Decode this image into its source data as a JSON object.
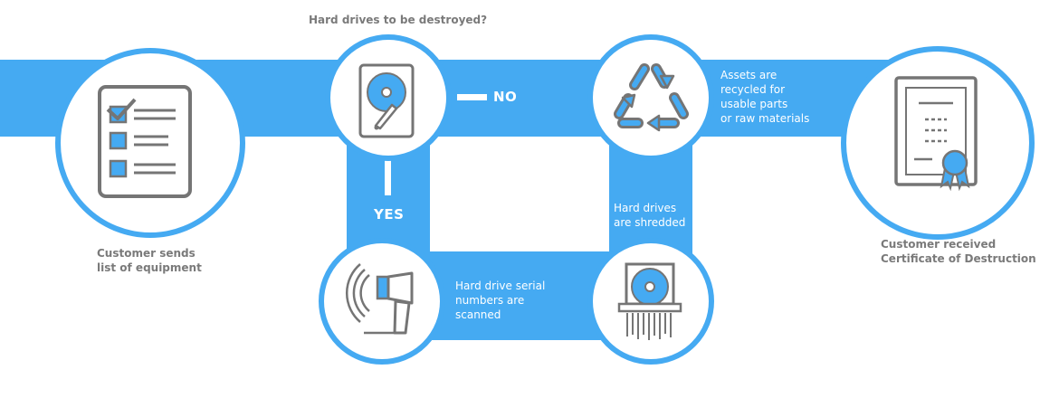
{
  "colors": {
    "band": "#45aaf2",
    "icon_gray": "#757575",
    "icon_blue": "#45aaf2",
    "text_gray": "#7a7a7a",
    "background": "#ffffff"
  },
  "question": "Hard drives to be destroyed?",
  "decisions": {
    "no": "NO",
    "yes": "YES"
  },
  "steps": {
    "customer_sends": {
      "icon": "checklist-icon",
      "lines": [
        "Customer sends",
        "list of equipment"
      ]
    },
    "decision": {
      "icon": "hard-drive-icon"
    },
    "recycle": {
      "icon": "recycle-icon",
      "lines": [
        "Assets are",
        "recycled for",
        "usable parts",
        "or raw materials"
      ]
    },
    "certificate": {
      "icon": "certificate-icon",
      "lines": [
        "Customer received",
        "Certificate of Destruction"
      ]
    },
    "scan": {
      "icon": "barcode-scanner-icon",
      "lines": [
        "Hard drive serial",
        "numbers are",
        "scanned"
      ]
    },
    "shred": {
      "icon": "shredder-icon",
      "lines": [
        "Hard drives",
        "are shredded"
      ]
    }
  }
}
